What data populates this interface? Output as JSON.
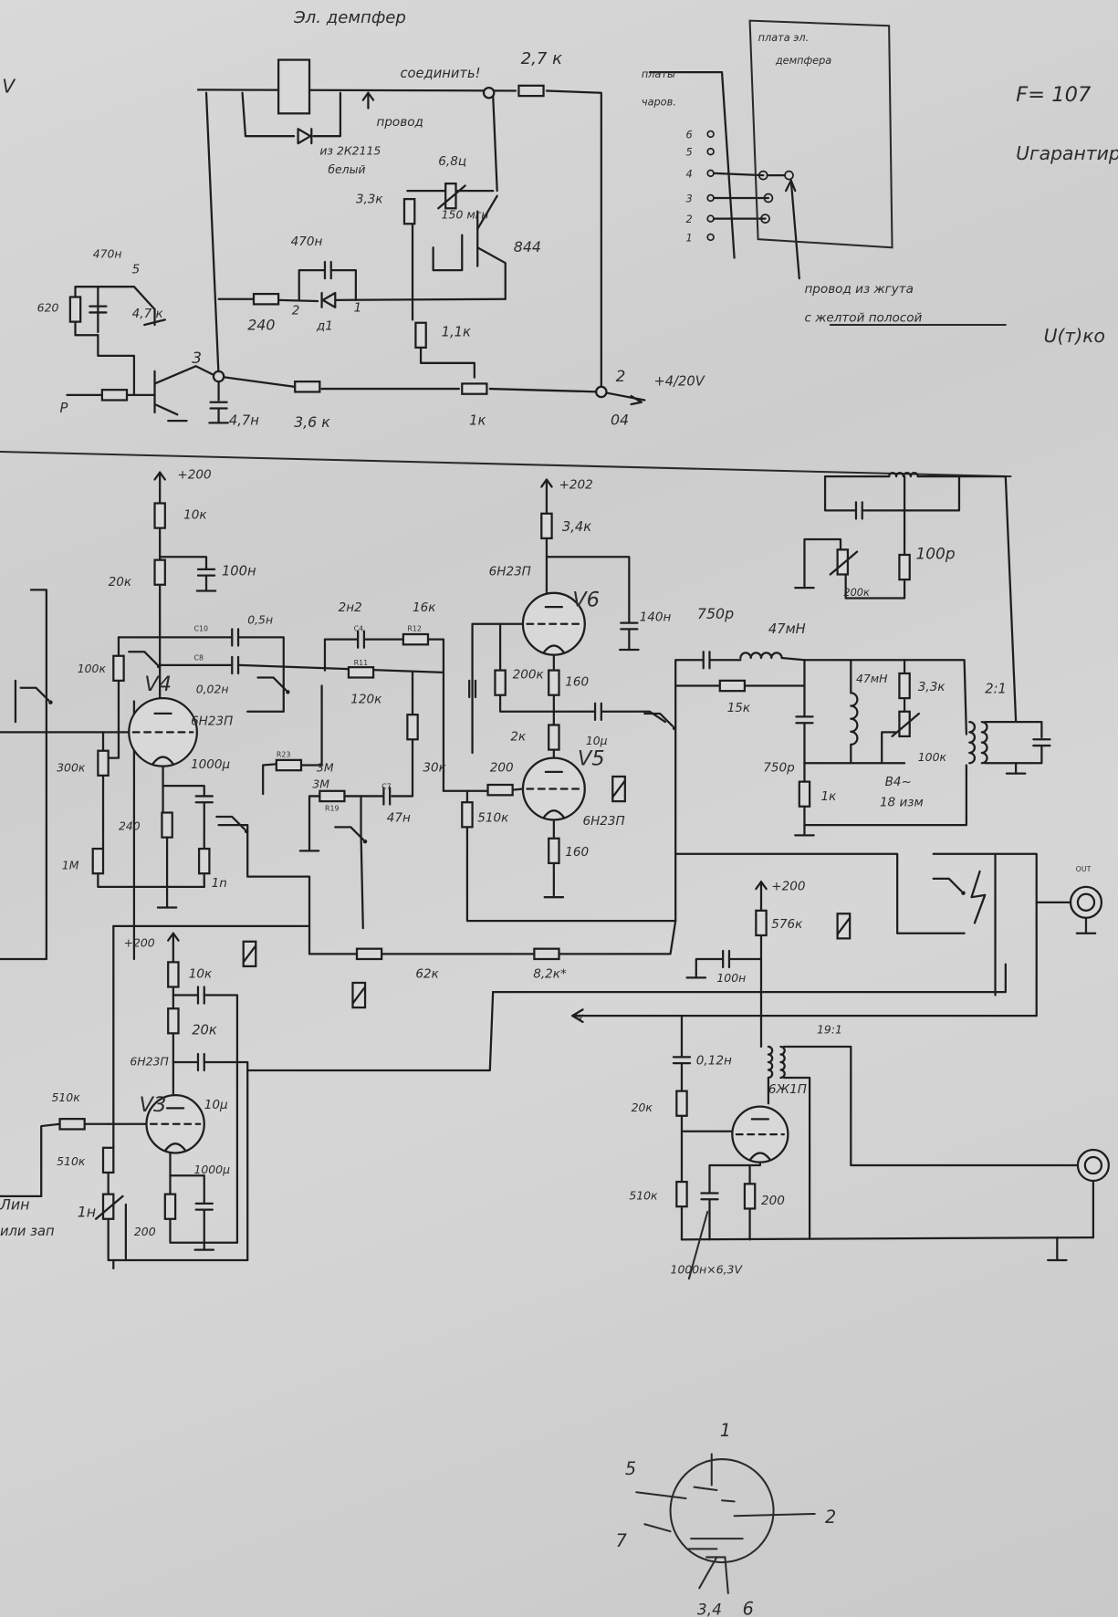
{
  "labels": {
    "title": "Эл. демпфер",
    "mv": "V",
    "connect": "соединить!",
    "r27": "2,7 к",
    "wire_note1": "провод",
    "wire_note2": "из 2К2115",
    "wire_note3": "белый",
    "v68": "6,8ц",
    "r33": "3,3к",
    "l150": "150 мгн",
    "t844": "844",
    "c470": "470н",
    "c470b": "470н",
    "n5": "5",
    "r620": "620",
    "t47k": "4,7 к",
    "r240": "240",
    "d2": "2",
    "d1": "1",
    "dd": "д1",
    "r11": "1,1к",
    "n3": "3",
    "n2": "2",
    "v420": "+4/20V",
    "c47": "4,7н",
    "r36": "3,6 к",
    "r1k": "1к",
    "gnd04": "04",
    "p": "P",
    "conn_title1": "платы",
    "conn_title2": "чаров.",
    "pin6": "6",
    "pin5": "5",
    "pin4": "4",
    "pin3": "3",
    "pin2": "2",
    "pin1": "1",
    "demp1": "плата эл.",
    "demp2": "демпфера",
    "note1": "провод из жгута",
    "note2": "с желтой полосой",
    "f": "F= 107",
    "u": "Uгарантир",
    "ut": "U(т)ко",
    "p200a": "+200",
    "r10": "10к",
    "r20": "20к",
    "c100": "100н",
    "c05": "0,5н",
    "r100": "100к",
    "v4": "V4",
    "t6n23": "6Н23П",
    "c002": "0,02н",
    "r300": "300к",
    "c1000": "1000μ",
    "r240b": "240",
    "r1m": "1М",
    "r1n": "1n",
    "c2n2": "2н2",
    "r16": "16к",
    "r120": "120к",
    "r30": "30к",
    "r3m": "3М",
    "r3m2": "3М",
    "c47b": "47н",
    "C10": "C10",
    "C8": "C8",
    "C4": "C4",
    "R12": "R12",
    "R11": "R11",
    "R23": "R23",
    "R19": "R19",
    "C7": "C7",
    "p200b": "+202",
    "r34": "3,4к",
    "t6n23b": "6Н23П",
    "v6": "V6",
    "c140": "140н",
    "c750": "750р",
    "l47": "47мН",
    "r200k": "200к",
    "r160": "160",
    "c10u": "10μ",
    "r2k": "2к",
    "r200": "200",
    "v5": "V5",
    "t6n23c": "6Н23П",
    "r510": "510к",
    "r160b": "160",
    "r15k": "15к",
    "c750p": "750р",
    "l47b": "47мН",
    "r33k": "3,3к",
    "tr21": "2:1",
    "r100k": "100к",
    "v4tr": "В4~",
    "v4tr2": "18 изм",
    "r1kb": "1к",
    "r100p": "100р",
    "r200k2": "200к",
    "out": "OUT",
    "p200c": "+200",
    "r10kb": "10к",
    "r20kb": "20к",
    "t6n23d": "6Н23П",
    "v3": "V3",
    "c10ub": "10μ",
    "r510a": "510к",
    "r510b": "510к",
    "c1000b": "1000μ",
    "lim1": "Лин",
    "lim2": "или зап",
    "r1nb": "1н",
    "r200b": "200",
    "r62": "62к",
    "r82": "8,2к*",
    "p200d": "+200",
    "r576": "576к",
    "c100b": "100н",
    "w": "w",
    "tr191": "19:1",
    "c012": "0,12н",
    "t6zh": "6Ж1П",
    "r20kc": "20к",
    "r510c": "510к",
    "r200c": "200",
    "c1000c": "1000н×6,3V",
    "pp1": "1",
    "pp5": "5",
    "pp2": "2",
    "pp7": "7",
    "pp34": "3,4",
    "pp6": "6"
  },
  "colors": {
    "ink": "#1e1e1e",
    "paper": "#d4d4d4"
  }
}
